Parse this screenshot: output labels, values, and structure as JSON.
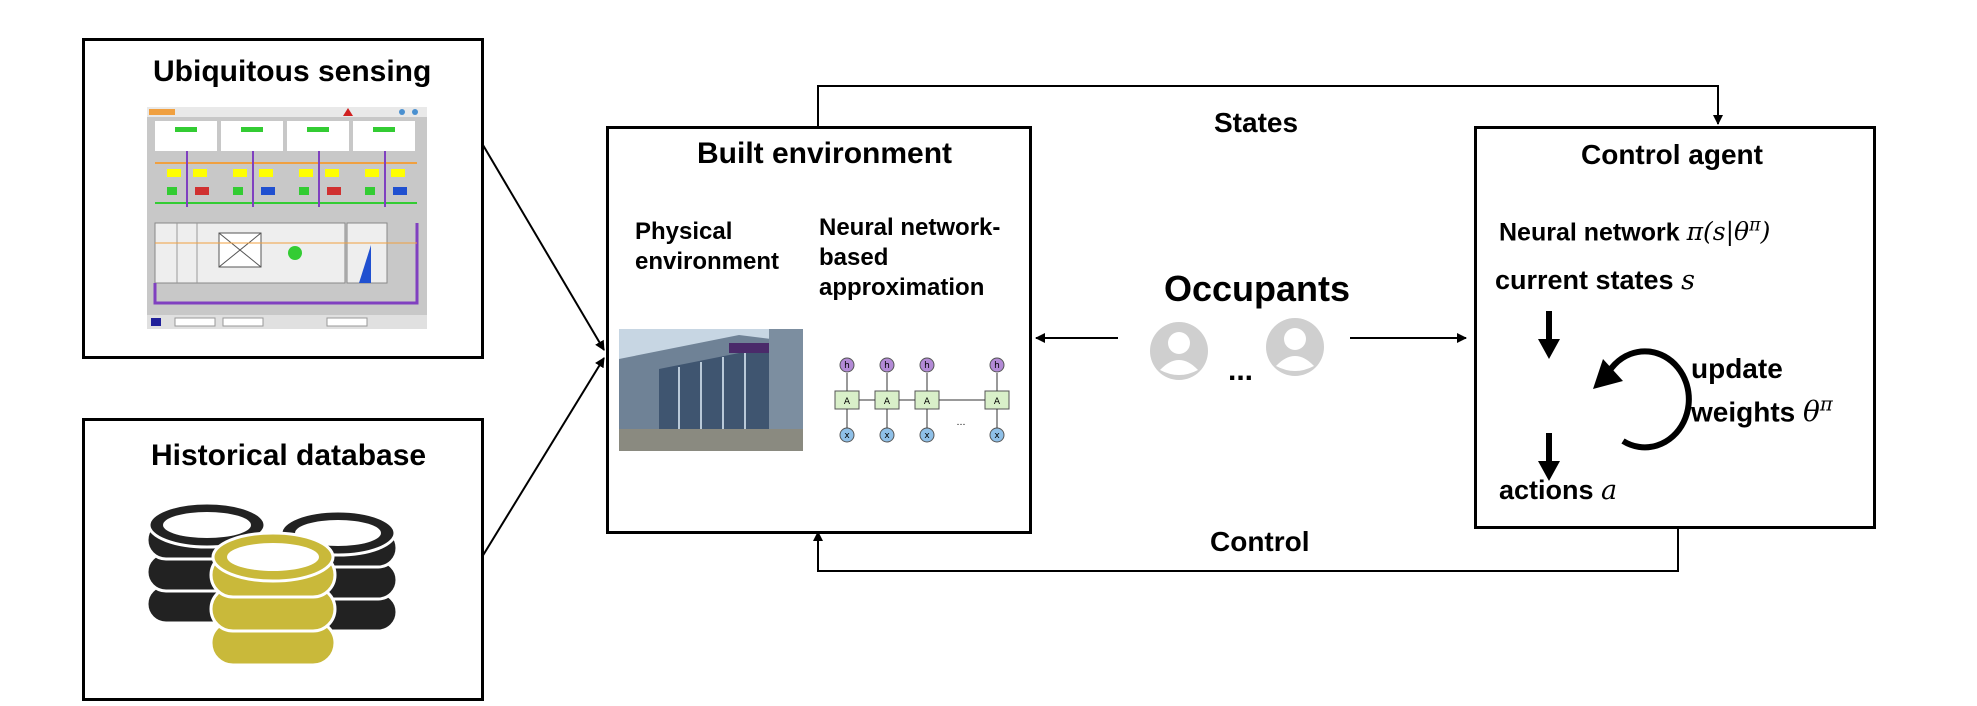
{
  "sensing": {
    "title": "Ubiquitous sensing"
  },
  "database": {
    "title": "Historical database"
  },
  "built": {
    "title": "Built environment",
    "physical": [
      "Physical",
      "environment"
    ],
    "neural": [
      "Neural network-",
      "based",
      "approximation"
    ],
    "rnn_cell": "A",
    "rnn_out": "h",
    "rnn_in": "x"
  },
  "arrows": {
    "states": "States",
    "control": "Control"
  },
  "occupants": {
    "title": "Occupants",
    "ellipsis": "..."
  },
  "agent": {
    "title": "Control agent",
    "nn_label": "Neural network",
    "nn_math": "π(s|θ^π)",
    "current_label": "current states",
    "current_math": "s",
    "update": [
      "update",
      "weights"
    ],
    "update_math": "θ^π",
    "actions_label": "actions",
    "actions_math": "a"
  },
  "colors": {
    "db_gold": "#c9b93a",
    "occupant_gray": "#cfcfcf",
    "rnn_green": "#d9f0c9",
    "rnn_purple": "#b38ad6",
    "rnn_blue": "#8fc0e8"
  }
}
